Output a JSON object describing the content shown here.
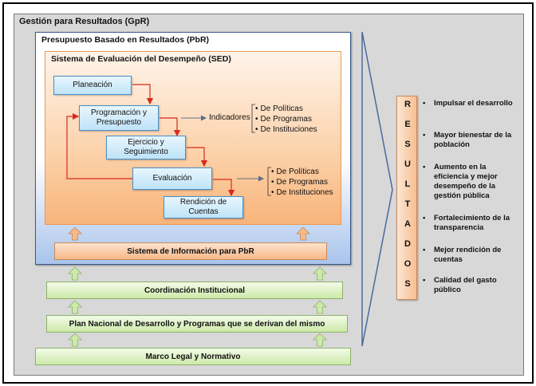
{
  "gpr": {
    "title": "Gestión para Resultados (GpR)"
  },
  "pbr": {
    "title": "Presupuesto Basado en Resultados (PbR)"
  },
  "sed": {
    "title": "Sistema de Evaluación del Desempeño (SED)",
    "steps": {
      "planeacion": "Planeación",
      "programacion_l1": "Programación y",
      "programacion_l2": "Presupuesto",
      "ejercicio_l1": "Ejercicio y",
      "ejercicio_l2": "Seguimiento",
      "evaluacion": "Evaluación",
      "rendicion_l1": "Rendición de",
      "rendicion_l2": "Cuentas"
    },
    "indicadores": "Indicadores",
    "list_one": [
      "De Políticas",
      "De Programas",
      "De Instituciones"
    ],
    "list_two": [
      "De Políticas",
      "De Programas",
      "De Instituciones"
    ]
  },
  "foundation": {
    "sistema_informacion": "Sistema de Información para PbR",
    "coordinacion": "Coordinación Institucional",
    "plan_nacional": "Plan Nacional de Desarrollo y Programas que se derivan del mismo",
    "marco_legal": "Marco Legal y Normativo"
  },
  "resultados": {
    "letters": [
      "R",
      "E",
      "S",
      "U",
      "L",
      "T",
      "A",
      "D",
      "O",
      "S"
    ]
  },
  "outcomes": [
    "Impulsar el desarrollo",
    "Mayor bienestar de la población",
    "Aumento en la eficiencia y mejor desempeño de la gestión pública",
    "Fortalecimiento de la transparencia",
    "Mejor rendición de cuentas",
    "Calidad del gasto público"
  ],
  "colors": {
    "flow_arrow": "#d62a1e",
    "info_arrow": "#5a6f8a",
    "up_arrow_orange": "#f6b98a",
    "up_arrow_green": "#cde9a9"
  }
}
